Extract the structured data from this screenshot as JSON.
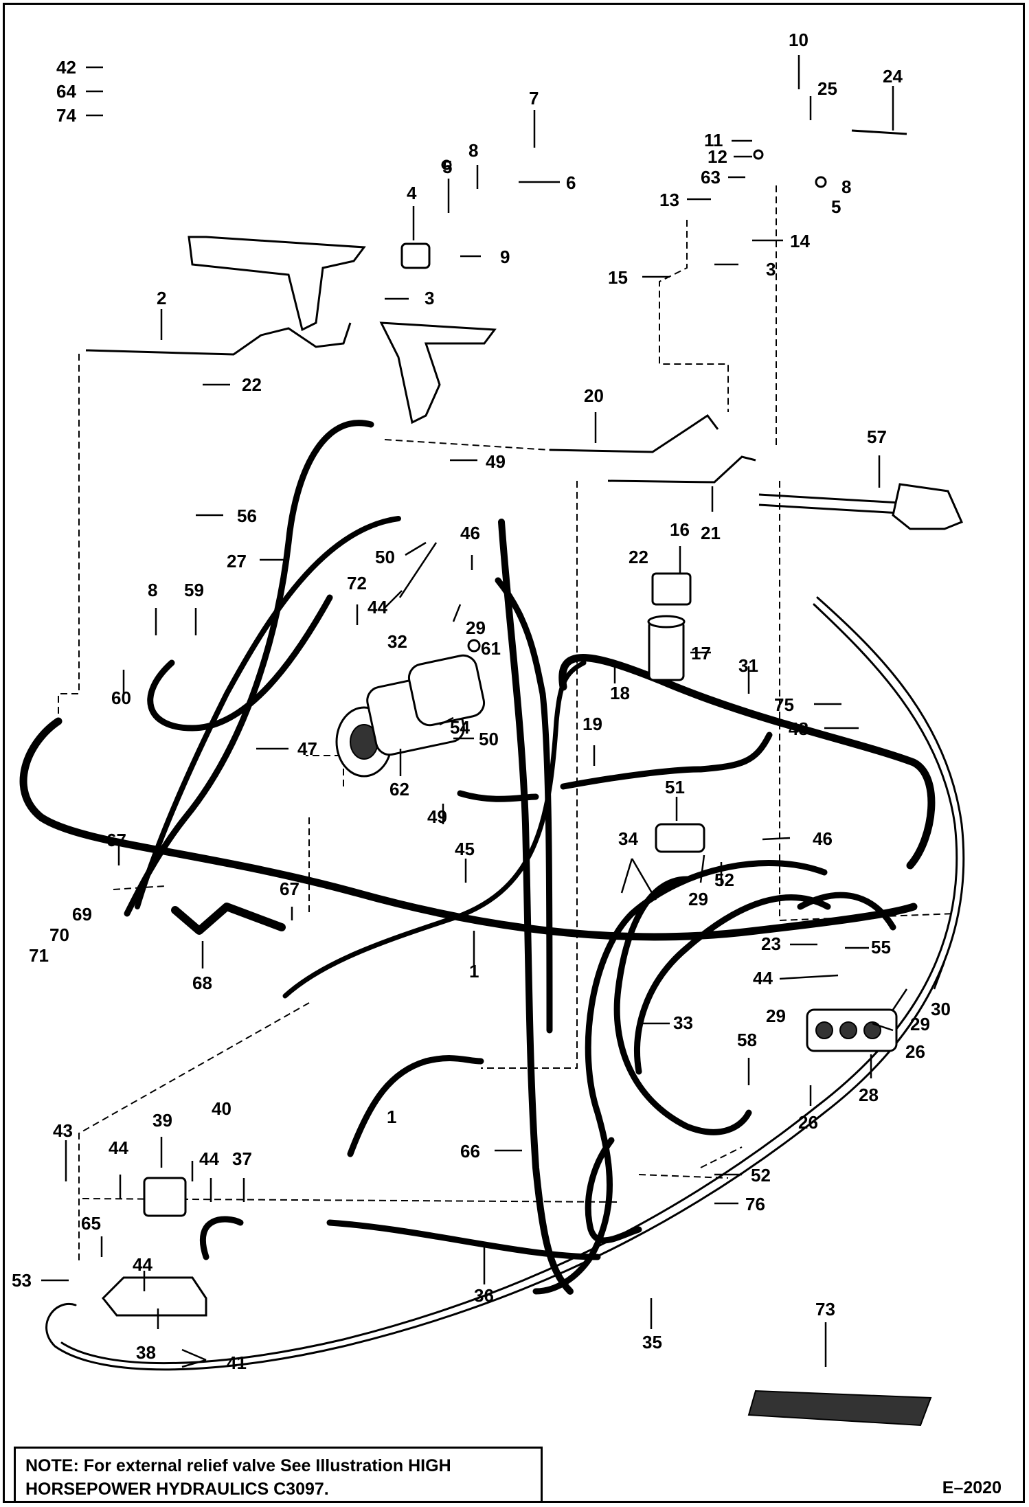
{
  "callouts": [
    {
      "id": "42",
      "label": "42"
    },
    {
      "id": "64",
      "label": "64"
    },
    {
      "id": "74",
      "label": "74"
    },
    {
      "id": "10",
      "label": "10"
    },
    {
      "id": "24",
      "label": "24"
    },
    {
      "id": "25",
      "label": "25"
    },
    {
      "id": "7",
      "label": "7"
    },
    {
      "id": "8",
      "label": "8"
    },
    {
      "id": "5",
      "label": "5"
    },
    {
      "id": "6",
      "label": "6"
    },
    {
      "id": "11",
      "label": "11"
    },
    {
      "id": "12",
      "label": "12"
    },
    {
      "id": "63",
      "label": "63"
    },
    {
      "id": "13",
      "label": "13"
    },
    {
      "id": "4",
      "label": "4"
    },
    {
      "id": "9",
      "label": "9"
    },
    {
      "id": "14",
      "label": "14"
    },
    {
      "id": "15",
      "label": "15"
    },
    {
      "id": "3",
      "label": "3"
    },
    {
      "id": "2",
      "label": "2"
    },
    {
      "id": "22",
      "label": "22"
    },
    {
      "id": "20",
      "label": "20"
    },
    {
      "id": "49",
      "label": "49"
    },
    {
      "id": "57",
      "label": "57"
    },
    {
      "id": "56",
      "label": "56"
    },
    {
      "id": "21",
      "label": "21"
    },
    {
      "id": "16",
      "label": "16"
    },
    {
      "id": "27",
      "label": "27"
    },
    {
      "id": "50",
      "label": "50"
    },
    {
      "id": "46",
      "label": "46"
    },
    {
      "id": "72",
      "label": "72"
    },
    {
      "id": "44",
      "label": "44"
    },
    {
      "id": "29",
      "label": "29"
    },
    {
      "id": "59",
      "label": "59"
    },
    {
      "id": "32",
      "label": "32"
    },
    {
      "id": "61",
      "label": "61"
    },
    {
      "id": "17",
      "label": "17"
    },
    {
      "id": "18",
      "label": "18"
    },
    {
      "id": "31",
      "label": "31"
    },
    {
      "id": "60",
      "label": "60"
    },
    {
      "id": "54",
      "label": "54"
    },
    {
      "id": "19",
      "label": "19"
    },
    {
      "id": "75",
      "label": "75"
    },
    {
      "id": "48",
      "label": "48"
    },
    {
      "id": "47",
      "label": "47"
    },
    {
      "id": "62",
      "label": "62"
    },
    {
      "id": "51",
      "label": "51"
    },
    {
      "id": "34",
      "label": "34"
    },
    {
      "id": "67",
      "label": "67"
    },
    {
      "id": "45",
      "label": "45"
    },
    {
      "id": "52",
      "label": "52"
    },
    {
      "id": "69",
      "label": "69"
    },
    {
      "id": "70",
      "label": "70"
    },
    {
      "id": "71",
      "label": "71"
    },
    {
      "id": "1",
      "label": "1"
    },
    {
      "id": "68",
      "label": "68"
    },
    {
      "id": "23",
      "label": "23"
    },
    {
      "id": "55",
      "label": "55"
    },
    {
      "id": "30",
      "label": "30"
    },
    {
      "id": "33",
      "label": "33"
    },
    {
      "id": "26",
      "label": "26"
    },
    {
      "id": "58",
      "label": "58"
    },
    {
      "id": "28",
      "label": "28"
    },
    {
      "id": "39",
      "label": "39"
    },
    {
      "id": "40",
      "label": "40"
    },
    {
      "id": "43",
      "label": "43"
    },
    {
      "id": "37",
      "label": "37"
    },
    {
      "id": "66",
      "label": "66"
    },
    {
      "id": "65",
      "label": "65"
    },
    {
      "id": "76",
      "label": "76"
    },
    {
      "id": "53",
      "label": "53"
    },
    {
      "id": "36",
      "label": "36"
    },
    {
      "id": "73",
      "label": "73"
    },
    {
      "id": "38",
      "label": "38"
    },
    {
      "id": "41",
      "label": "41"
    },
    {
      "id": "35",
      "label": "35"
    }
  ],
  "note": {
    "line1": "NOTE: For external relief valve See Illustration HIGH",
    "line2": "HORSEPOWER HYDRAULICS C3097."
  },
  "figure_id": "E–2020"
}
